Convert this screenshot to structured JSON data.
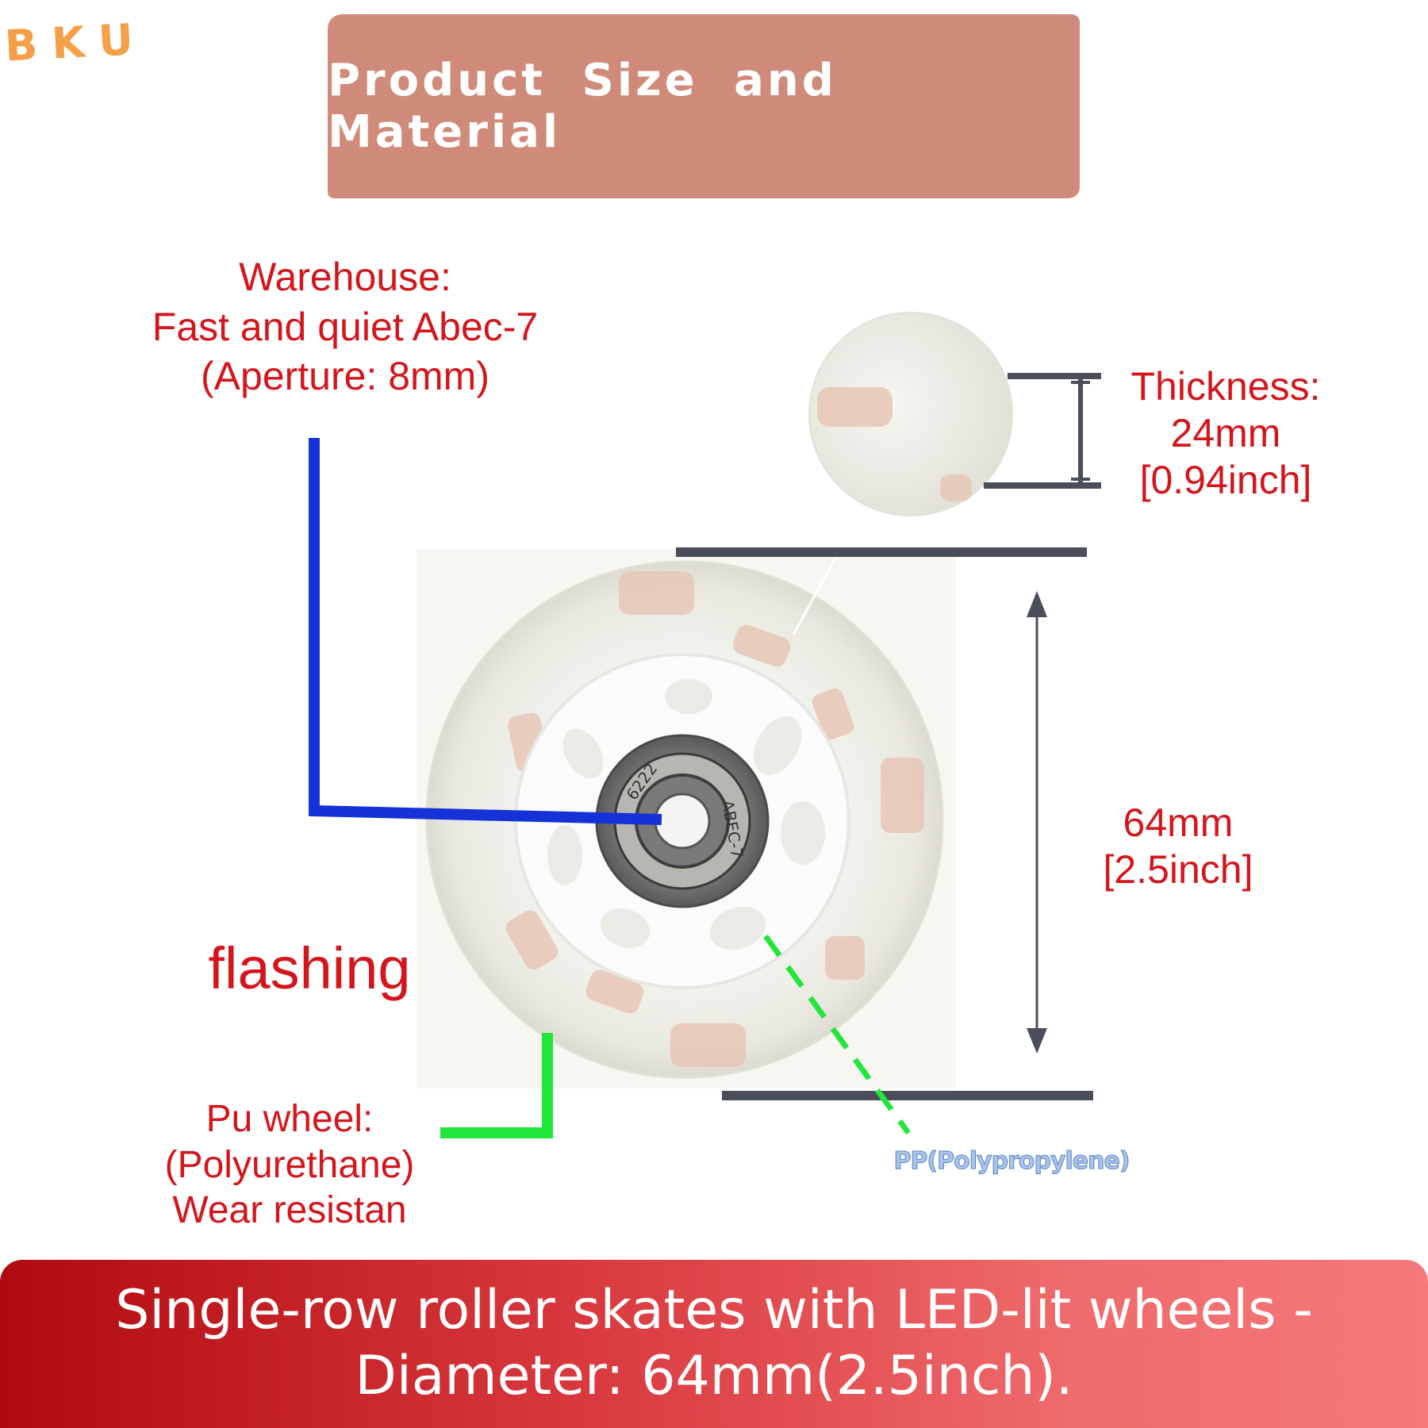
{
  "logo": {
    "text": "BKU"
  },
  "banner": {
    "title": "Product Size and Material"
  },
  "labels": {
    "bearing": [
      "Warehouse:",
      "Fast and quiet Abec-7",
      "(Aperture: 8mm)"
    ],
    "thickness": [
      "Thickness:",
      "24mm",
      "[0.94inch]"
    ],
    "diameter": [
      "64mm",
      "[2.5inch]"
    ],
    "flashing": "flashing",
    "pu_wheel": [
      "Pu wheel:",
      "(Polyurethane)",
      "Wear resistan"
    ],
    "pp": "PP(Polypropylene)"
  },
  "bearing_markings": {
    "left": "6222",
    "right": "ABEC-7"
  },
  "footer": {
    "line1": "Single-row roller skates with LED-lit wheels -",
    "line2": "Diameter: 64mm(2.5inch)."
  },
  "colors": {
    "banner_bg": "#d08a7a",
    "label_red": "#d4161c",
    "pointer_blue": "#1532d8",
    "pointer_green": "#22e63a",
    "dimension_gray": "#4a4e5a",
    "footer_start": "#b00a10",
    "footer_end": "#f5797a",
    "logo_orange": "#f5a048"
  }
}
